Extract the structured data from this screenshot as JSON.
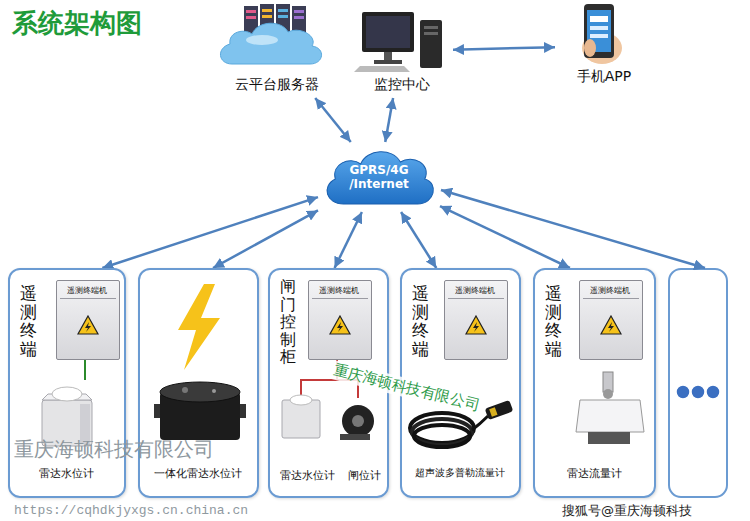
{
  "diagram": {
    "title": "系统架构图",
    "nodes": [
      {
        "text": [
          "云平台服务器"
        ]
      },
      {
        "text": [
          "监控中心"
        ]
      },
      {
        "text": [
          "手机APP"
        ]
      },
      {
        "text": [
          "GPRS/4G /Internet"
        ]
      },
      {
        "text": [
          "遥测终端",
          "雷达水位计"
        ]
      },
      {
        "text": [
          "遥测终端机"
        ],
        "in": 4
      },
      {
        "text": [
          "一体化雷达水位计"
        ]
      },
      {
        "text": [
          "闸门控制柜",
          "雷达水位计",
          "闸位计"
        ]
      },
      {
        "text": [
          "遥测终端机"
        ],
        "in": 7
      },
      {
        "text": [
          "遥测终端",
          "超声波多普勒流量计"
        ]
      },
      {
        "text": [
          "遥测终端机"
        ],
        "in": 9
      },
      {
        "text": [
          "遥测终端",
          "雷达流量计"
        ]
      },
      {
        "text": [
          "遥测终端机"
        ],
        "in": 11
      }
    ],
    "edges": [
      {
        "from": 1,
        "to": 2,
        "arrow": "both"
      },
      {
        "from": 3,
        "to": 0,
        "arrow": "both"
      },
      {
        "from": 3,
        "to": 1,
        "arrow": "both"
      },
      {
        "from": 3,
        "to": 4,
        "arrow": "both"
      },
      {
        "from": 3,
        "to": 6,
        "arrow": "both"
      },
      {
        "from": 3,
        "to": 7,
        "arrow": "both"
      },
      {
        "from": 3,
        "to": 9,
        "arrow": "both"
      },
      {
        "from": 3,
        "to": 11,
        "arrow": "both"
      }
    ],
    "labels": [
      "重庆海顿科技有限公司",
      "重庆海顿科技有限公司",
      "https://cqhdkjyxgs.cn.china.cn",
      "搜狐号@重庆海顿科技"
    ]
  }
}
